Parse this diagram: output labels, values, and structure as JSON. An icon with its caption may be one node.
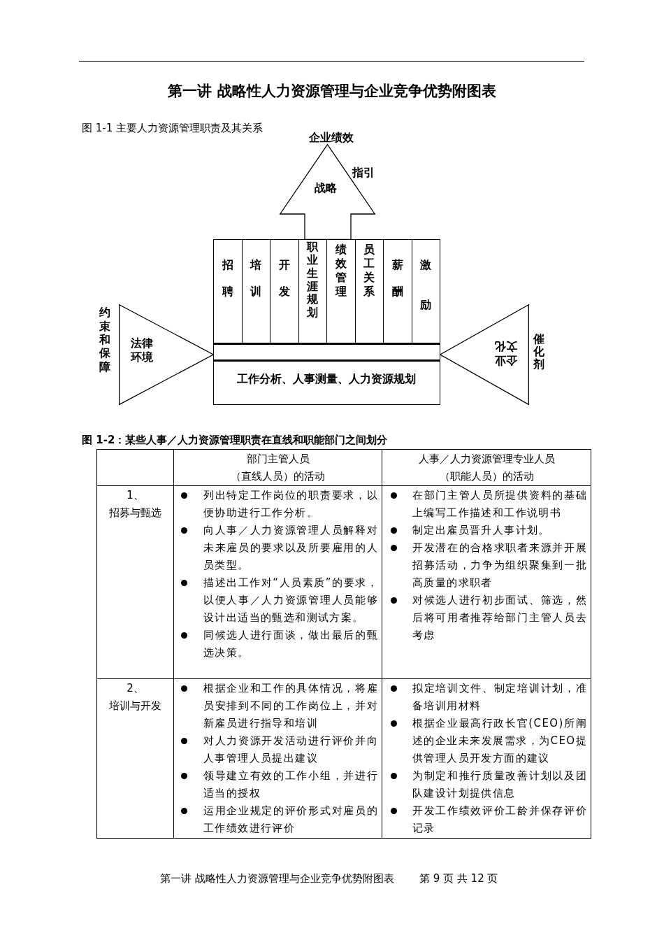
{
  "diagram": {
    "title": "第一讲 战略性人力资源管理与企业竞争优势附图表",
    "nodes": [
      {
        "text": [
          "战略"
        ],
        "beside": [
          "企业绩效",
          "指引"
        ]
      },
      {
        "text": [
          "招聘"
        ]
      },
      {
        "text": [
          "培训"
        ]
      },
      {
        "text": [
          "开发"
        ]
      },
      {
        "text": [
          "职业生涯规划"
        ]
      },
      {
        "text": [
          "绩效管理"
        ]
      },
      {
        "text": [
          "员工关系"
        ]
      },
      {
        "text": [
          "薪酬"
        ]
      },
      {
        "text": [
          "激励"
        ]
      },
      {
        "text": [],
        "shape": "bar"
      },
      {
        "text": [
          "工作分析、人事测量、人力资源规划"
        ]
      },
      {
        "text": [
          "法律环境"
        ],
        "beside": [
          "约束和保障"
        ]
      },
      {
        "text": [
          "企业文化"
        ],
        "beside": [
          "催化剂"
        ]
      }
    ],
    "labels": [
      "图 1-1 主要人力资源管理职责及其关系",
      "图 1-2：某些人事／人力资源管理职责在直线和职能部门之间划分",
      "部门主管人员",
      "（直线人员）的活动",
      "人事／人力资源管理专业人员",
      "（职能人员）的活动",
      "1、",
      "招募与甄选",
      "列出特定工作岗位的职责要求，以便协助进行工作分析。",
      "向人事／人力资源管理人员解释对未来雇员的要求以及所要雇用的人员类型。",
      "描述出工作对“人员素质”的要求，以便人事／人力资源管理人员能够设计出适当的甄选和测试方案。",
      "同候选人进行面谈，做出最后的甄选决策。",
      "在部门主管人员所提供资料的基础上编写工作描述和工作说明书",
      "制定出雇员晋升人事计划。",
      "开发潜在的合格求职者来源并开展招募活动，力争为组织聚集到一批高质量的求职者",
      "对候选人进行初步面试、筛选，然后将可用者推荐给部门主管人员去考虑",
      "2、",
      "培训与开发",
      "根据企业和工作的具体情况，将雇员安排到不同的工作岗位上，并对新雇员进行指导和培训",
      "对人力资源开发活动进行评价并向人事管理人员提出建议",
      "领导建立有效的工作小组，并进行适当的授权",
      "运用企业规定的评价形式对雇员的工作绩效进行评价",
      "拟定培训文件、制定培训计划，准备培训用材料",
      "根据企业最高行政长官(CEO)所阐述的企业未来发展需求，为CEO提供管理人员开发方面的建议",
      "为制定和推行质量改善计划以及团队建设计划提供信息",
      "开发工作绩效评价工龄并保存评价记录",
      "第一讲 战略性人力资源管理与企业竞争优势附图表",
      "第 9 页 共 12 页"
    ]
  }
}
